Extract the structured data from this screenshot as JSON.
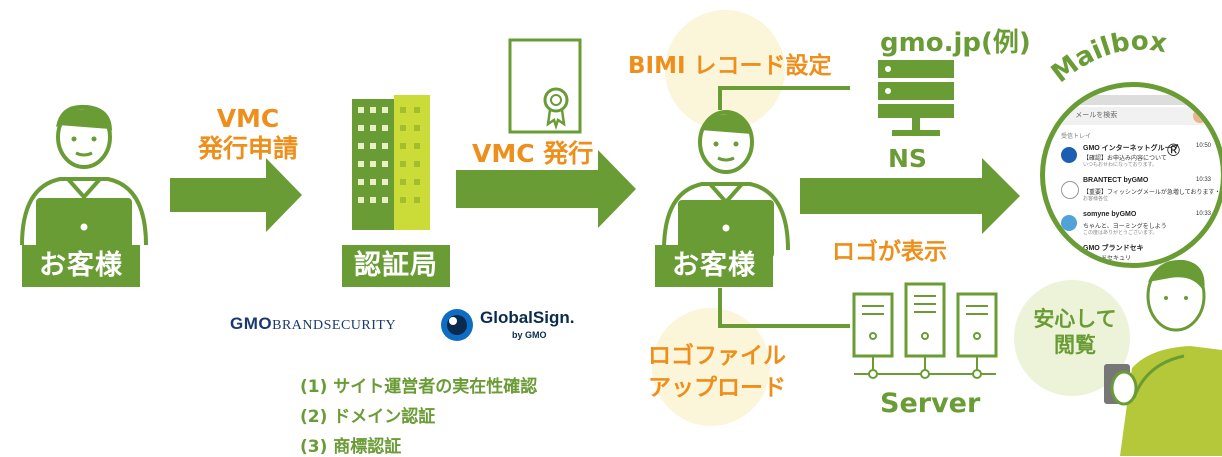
{
  "customer_left": {
    "label": "お客様"
  },
  "ca": {
    "label": "認証局"
  },
  "customer_right": {
    "label": "お客様"
  },
  "arrow1": {
    "line1": "VMC",
    "line2": "発行申請"
  },
  "arrow2": {
    "label": "VMC 発行"
  },
  "bimi_label": "BIMI レコード設定",
  "ns": {
    "domain": "gmo.jp(例)",
    "label": "NS"
  },
  "logo_display": "ロゴが表示",
  "logo_upload": {
    "line1": "ロゴファイル",
    "line2": "アップロード"
  },
  "server": {
    "label": "Server"
  },
  "mailbox": {
    "title": "Mailbox",
    "search_placeholder": "メールを検索",
    "section": "受信トレイ",
    "emails": [
      {
        "sender": "GMO インターネットグループ",
        "subject": "【確認】お申込み内容について",
        "preview": "いつもおせわになっております。",
        "time": "10:50"
      },
      {
        "sender": "BRANTECT byGMO",
        "subject": "【重要】フィッシングメールが急増しております・・",
        "preview": "お客様各位",
        "time": "10:33"
      },
      {
        "sender": "somyne byGMO",
        "subject": "ちゃんと、ヨーミングをしよう",
        "preview": "この度はありがとうございます。",
        "time": "10:33"
      },
      {
        "sender": "GMO ブランドセキ",
        "subject": "ブランドセキュリ",
        "preview": "",
        "time": ""
      }
    ]
  },
  "viewer": {
    "line1": "安心して",
    "line2": "閲覧"
  },
  "logos": {
    "gmo_brand_security": {
      "bold": "GMO",
      "rest": "BRANDSECURITY"
    },
    "globalsign": {
      "name": "GlobalSign.",
      "by": "by GMO"
    }
  },
  "steps": [
    "(1) サイト運営者の実在性確認",
    "(2) ドメイン認証",
    "(3) 商標認証"
  ],
  "colors": {
    "green": "#6a9c35",
    "orange": "#ee8f1c",
    "cream": "#fbf5d9",
    "navy": "#1a3a6e"
  }
}
